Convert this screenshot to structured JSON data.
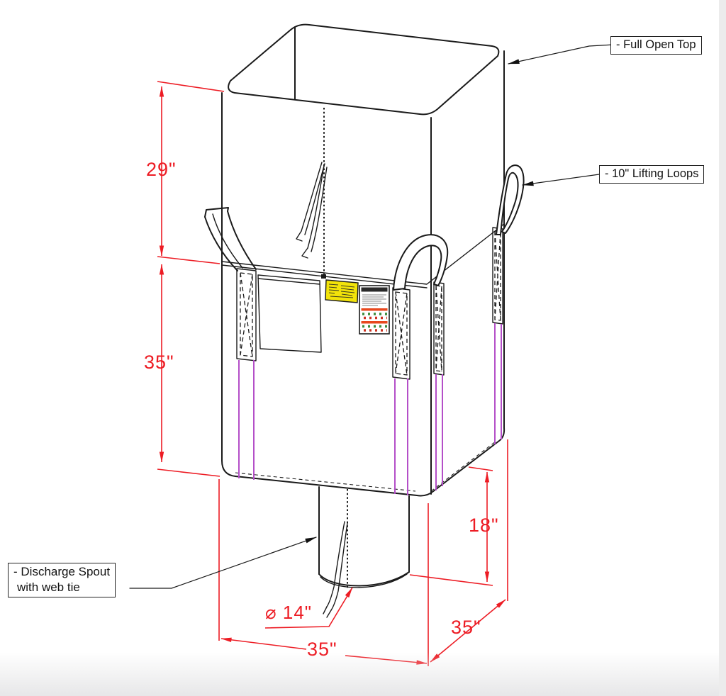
{
  "callouts": {
    "full_open_top": "- Full Open Top",
    "lifting_loops": "- 10\" Lifting Loops",
    "discharge_line1": "- Discharge Spout",
    "discharge_line2": "with web tie"
  },
  "dimensions": {
    "top_section_height": "29\"",
    "body_height": "35\"",
    "spout_length": "18\"",
    "spout_diameter": "⌀ 14\"",
    "base_width_front": "35\"",
    "base_width_side": "35\""
  },
  "colors": {
    "dimension_red": "#ed1c24",
    "drawing_line": "#1a1a1a",
    "stitch_purple": "#b44fc8",
    "label_yellow": "#f2e30a",
    "care_stripe_red": "#e8481e",
    "care_icon_green": "#3a8a3a"
  }
}
